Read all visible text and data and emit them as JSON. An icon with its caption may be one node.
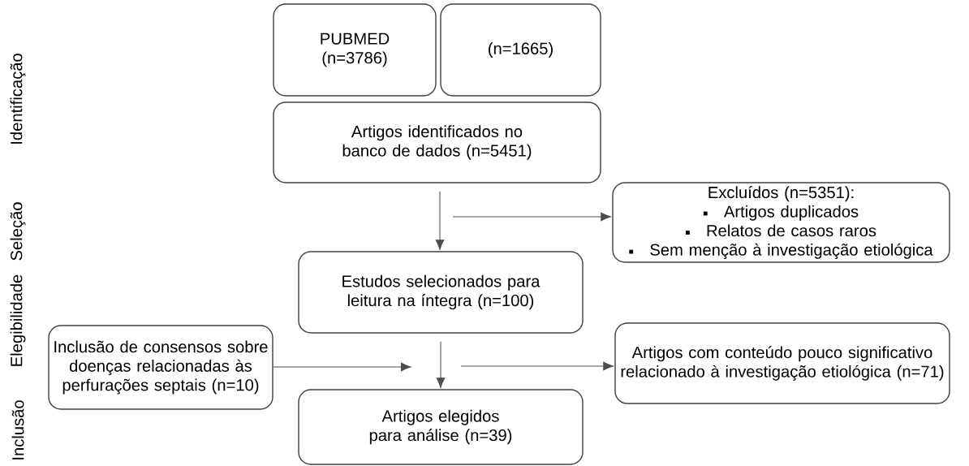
{
  "diagram": {
    "nodes": [
      {
        "text": [
          "PUBMED (n=3786)"
        ]
      },
      {
        "text": [
          "(n=1665)"
        ]
      },
      {
        "text": [
          "Artigos identificados no banco de dados (n=5451)"
        ]
      },
      {
        "text": [
          "Excluídos (n=5351):",
          "Artigos duplicados",
          "Relatos de casos raros",
          "Sem menção à investigação etiológica"
        ]
      },
      {
        "text": [
          "Estudos selecionados para leitura na íntegra (n=100)"
        ]
      },
      {
        "text": [
          "Inclusão de consensos sobre doenças relacionadas às perfurações septais (n=10)"
        ]
      },
      {
        "text": [
          "Artigos com conteúdo pouco significativo relacionado à investigação etiológica (n=71)"
        ]
      },
      {
        "text": [
          "Artigos elegidos para análise (n=39)"
        ]
      }
    ],
    "edges": [
      {
        "from": 2,
        "to": 4,
        "arrow": "to"
      },
      {
        "from": null,
        "to": 3,
        "arrow": "to"
      },
      {
        "from": 4,
        "to": 7,
        "arrow": "to"
      },
      {
        "from": 5,
        "to": null,
        "arrow": "to"
      },
      {
        "from": null,
        "to": 6,
        "arrow": "to"
      }
    ],
    "labels": [
      "Identificação",
      "Seleção",
      "Elegibilidade",
      "Inclusão"
    ]
  }
}
